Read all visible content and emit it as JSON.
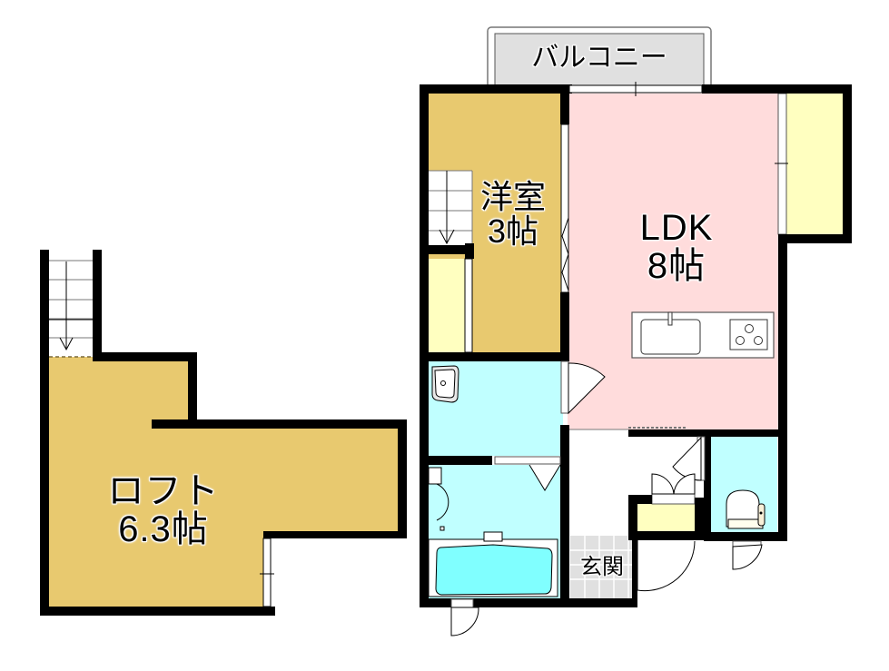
{
  "floor_plan": {
    "title": "Apartment floor plan (1LDK + loft)",
    "colors": {
      "wall": "#000000",
      "ldk_floor": "#ffdcdc",
      "western_room_floor": "#e8c96f",
      "loft_floor": "#e8c96f",
      "closet": "#ffffc0",
      "wet_area": "#c0ffff",
      "bathtub": "#80ffff",
      "balcony": "#e0e0e0",
      "entrance_tile": "#e0e0e0",
      "hallway": "#ffffff"
    },
    "rooms": {
      "balcony": {
        "label": "バルコニー"
      },
      "western_room": {
        "name": "洋室",
        "size": "3帖"
      },
      "ldk": {
        "name": "LDK",
        "size": "8帖"
      },
      "loft": {
        "name": "ロフト",
        "size": "6.3帖"
      },
      "entrance": {
        "label": "玄関"
      }
    },
    "fixtures": [
      "kitchen-sink",
      "three-burner-stove",
      "washbasin",
      "bathtub",
      "toilet",
      "shoe-cabinet",
      "loft-ladder-main",
      "loft-ladder-loft",
      "washing-machine-space"
    ]
  }
}
